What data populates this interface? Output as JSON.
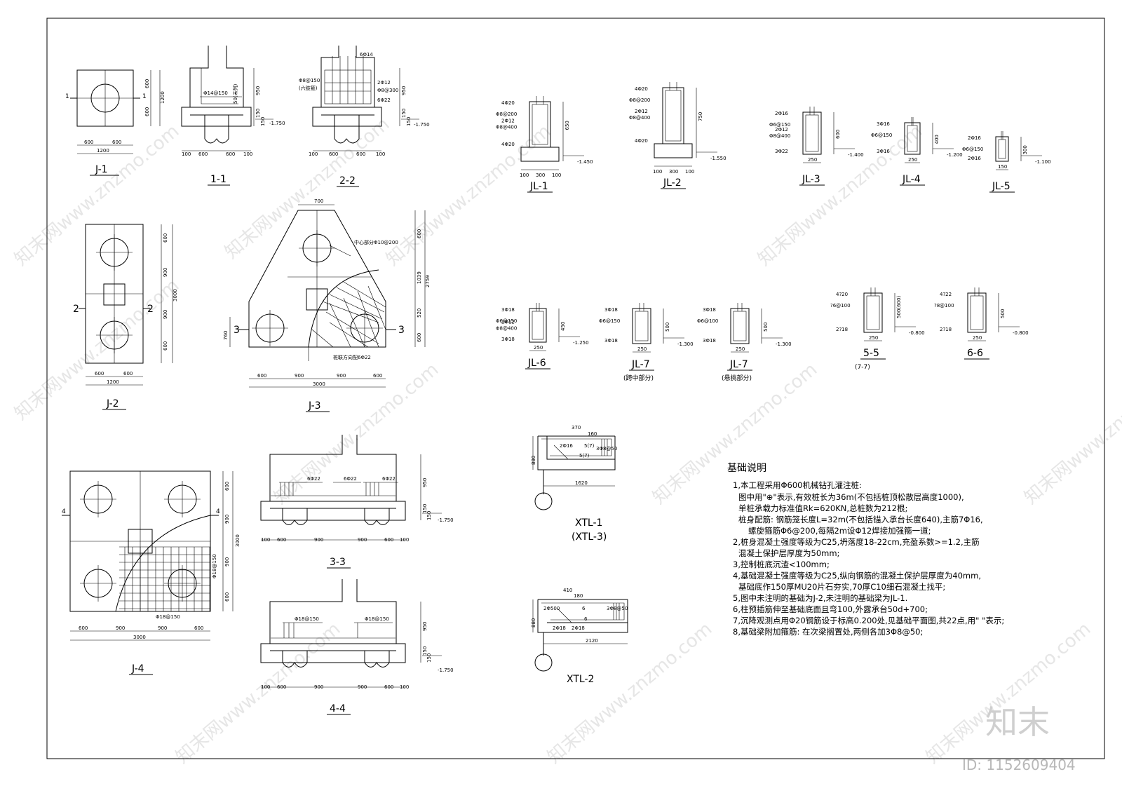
{
  "drawing": {
    "j1": {
      "label": "J-1",
      "dims": [
        "600",
        "600",
        "1200",
        "600",
        "600",
        "1200"
      ],
      "section_mark": "1"
    },
    "s11": {
      "label": "1-1",
      "dims": [
        "100",
        "600",
        "600",
        "100",
        "950",
        "150",
        "150"
      ],
      "rebar": "Φ14@150",
      "note": "50(未列)",
      "elev": "-1.750"
    },
    "s22": {
      "label": "2-2",
      "dims": [
        "100",
        "600",
        "600",
        "100",
        "950",
        "150",
        "150"
      ],
      "rebar": [
        "6Φ14",
        "Φ8@150",
        "(六肢箍)",
        "2Φ12",
        "Φ8@300",
        "6Φ22"
      ],
      "elev": "-1.750"
    },
    "jl": [
      {
        "label": "JL-1",
        "top": "4Φ20",
        "stir": "Φ8@200",
        "mid1": "2Φ12",
        "mid2": "Φ8@400",
        "bot": "4Φ20",
        "h": "650",
        "dims": [
          "100",
          "300",
          "100"
        ],
        "elev": "-1.450"
      },
      {
        "label": "JL-2",
        "top": "4Φ20",
        "stir": "Φ8@200",
        "mid1": "2Φ12",
        "mid2": "Φ8@400",
        "bot": "4Φ20",
        "h": "750",
        "dims": [
          "100",
          "300",
          "100"
        ],
        "elev": "-1.550"
      },
      {
        "label": "JL-3",
        "top": "2Φ16",
        "stir": "Φ6@150",
        "mid1": "2Φ12",
        "mid2": "Φ8@400",
        "bot": "3Φ22",
        "h": "600",
        "dims": [
          "250"
        ],
        "elev": "-1.400"
      },
      {
        "label": "JL-4",
        "top": "3Φ16",
        "stir": "Φ6@150",
        "bot": "3Φ16",
        "h": "400",
        "dims": [
          "250"
        ],
        "elev": "-1.200"
      },
      {
        "label": "JL-5",
        "top": "2Φ16",
        "stir": "Φ6@150",
        "bot": "2Φ16",
        "h": "300",
        "dims": [
          "150"
        ],
        "elev": "-1.100"
      }
    ],
    "jl_row2": [
      {
        "label": "JL-6",
        "top": "3Φ18",
        "stir": "Φ6@150",
        "mid1": "2Φ12",
        "mid2": "Φ8@400",
        "bot": "3Φ18",
        "h": "450",
        "dims": [
          "250"
        ],
        "elev": "-1.250",
        "sub": ""
      },
      {
        "label": "JL-7",
        "top": "3Φ18",
        "stir": "Φ6@150",
        "bot": "3Φ18",
        "h": "500",
        "dims": [
          "250"
        ],
        "elev": "-1.300",
        "sub": "(跨中部分)"
      },
      {
        "label": "JL-7",
        "top": "3Φ18",
        "stir": "Φ6@100",
        "bot": "3Φ18",
        "h": "500",
        "dims": [
          "250"
        ],
        "elev": "-1.300",
        "sub": "(悬挑部分)"
      },
      {
        "label": "5-5",
        "top": "4?20",
        "stir": "?6@100",
        "bot": "2?18",
        "h": "500(600)",
        "dims": [
          "250"
        ],
        "elev": "-0.800",
        "sub": "(7-7)"
      },
      {
        "label": "6-6",
        "top": "4?22",
        "stir": "?8@100",
        "bot": "2?18",
        "h": "500",
        "dims": [
          "250"
        ],
        "elev": "-0.800",
        "sub": ""
      }
    ],
    "j2": {
      "label": "J-2",
      "dims_v": [
        "600",
        "900",
        "900",
        "600",
        "3000"
      ],
      "dims_h": [
        "600",
        "600",
        "1200"
      ],
      "section_mark": "2"
    },
    "j3": {
      "label": "J-3",
      "top": "700",
      "dims_v": [
        "600",
        "1039",
        "520",
        "600",
        "2759"
      ],
      "dims_h": [
        "600",
        "900",
        "900",
        "600",
        "3000"
      ],
      "left": "760",
      "note1": "中心部分Φ10@200",
      "note2": "桩联方向配6Φ22",
      "section_mark": "3"
    },
    "s33": {
      "label": "3-3",
      "rebar": [
        "6Φ22",
        "6Φ22",
        "6Φ22"
      ],
      "dims": [
        "100",
        "600",
        "900",
        "900",
        "600",
        "100",
        "950",
        "150",
        "150"
      ],
      "elev": "-1.750"
    },
    "s44": {
      "label": "4-4",
      "rebar": [
        "Φ18@150",
        "Φ18@150"
      ],
      "dims": [
        "100",
        "600",
        "900",
        "900",
        "600",
        "100",
        "950",
        "150",
        "150"
      ],
      "elev": "-1.750"
    },
    "j4": {
      "label": "J-4",
      "dims_v": [
        "600",
        "900",
        "900",
        "600",
        "3000"
      ],
      "dims_h": [
        "600",
        "900",
        "900",
        "600",
        "3000"
      ],
      "rebar_v": "Φ18@150",
      "rebar_h": "Φ18@150",
      "section_mark": "4"
    },
    "xtl1": {
      "label": "XTL-1",
      "label2": "(XTL-3)",
      "dims": [
        "370",
        "160",
        "1620",
        "880"
      ],
      "rebar": [
        "2Φ16",
        "5(7)",
        "3Φ8@50",
        "5(7)"
      ]
    },
    "xtl2": {
      "label": "XTL-2",
      "dims": [
        "410",
        "180",
        "2120",
        "880"
      ],
      "rebar": [
        "2Φ500",
        "6",
        "3Φ8@50",
        "2Φ18",
        "2Φ18",
        "6"
      ]
    }
  },
  "notes": {
    "title": "基础说明",
    "lines": [
      "1,本工程采用Φ600机械钻孔灌注桩:",
      "图中用\"⊕\"表示,有效桩长为36m(不包括桩顶松散层高度1000),",
      "单桩承载力标准值Rk=620KN,总桩数为212根;",
      "桩身配筋: 钢筋笼长度L=32m(不包括锚入承台长度640),主筋7Φ16,",
      "螺旋箍筋Φ6@200,每隔2m设Φ12焊接加强箍一道;",
      "2,桩身混凝土强度等级为C25,坍落度18-22cm,充盈系数>=1.2,主筋",
      "混凝土保护层厚度为50mm;",
      "3,控制桩底沉渣<100mm;",
      "4,基础混凝土强度等级为C25,纵向钢筋的混凝土保护层厚度为40mm,",
      "基础底作150厚MU20片石夯实,70厚C10细石混凝土找平;",
      "5,图中未注明的基础为J-2,未注明的基础梁为JL-1.",
      "6,柱预插筋伸至基础底面且弯100,外露承台50d+700;",
      "7,沉降观测点用Φ20钢筋设于标高0.200处,见基础平面图,共22点,用\" \"表示;",
      "8,基础梁附加箍筋: 在次梁搁置处,两侧各加3Φ8@50;"
    ]
  },
  "watermark": {
    "text": "知末网www.znzmo.com",
    "logo": "知末",
    "id": "ID: 1152609404"
  }
}
